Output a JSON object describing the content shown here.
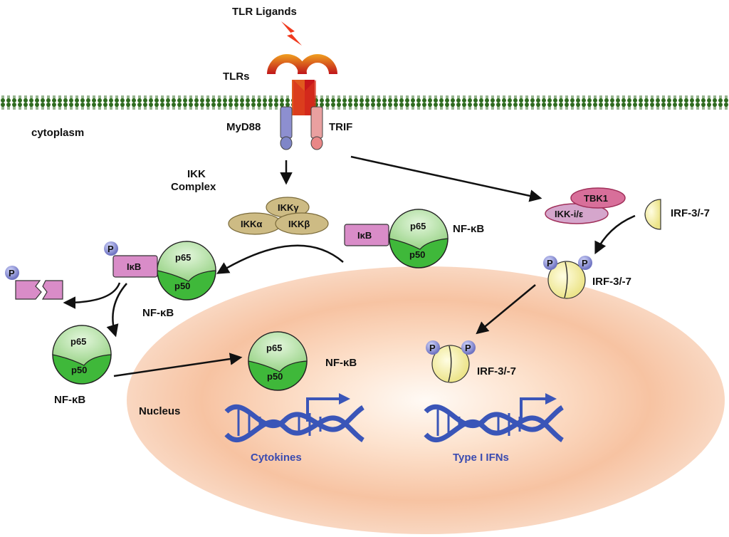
{
  "labels": {
    "tlr_ligands": "TLR Ligands",
    "tlrs": "TLRs",
    "cytoplasm": "cytoplasm",
    "myd88": "MyD88",
    "trif": "TRIF",
    "ikk_complex_line1": "IKK",
    "ikk_complex_line2": "Complex",
    "ikk_gamma": "IKKγ",
    "ikk_alpha": "IKKα",
    "ikk_beta": "IKKβ",
    "ikb": "IκB",
    "p65": "p65",
    "p50": "p50",
    "nfkb": "NF-κB",
    "tbk1": "TBK1",
    "ikk_i": "IKK-i/ε",
    "irf": "IRF-3/-7",
    "phospho": "P",
    "nucleus": "Nucleus",
    "cytokines": "Cytokines",
    "type1_ifns": "Type I IFNs"
  },
  "colors": {
    "membrane": "#2e6b1f",
    "myd88": "#7f7fc8",
    "trif": "#e08a8a",
    "ikk": "#c8b47a",
    "ikb": "#d98cc8",
    "p65": "#b9e3ac",
    "p50": "#3fb83a",
    "irf": "#f4f0a0",
    "tbk1": "#d86f9a",
    "phospho": "#8c8fd0",
    "dna": "#3a55b8",
    "nucleus_outer": "#f6c8a8",
    "nucleus_inner": "#fde9d8"
  }
}
